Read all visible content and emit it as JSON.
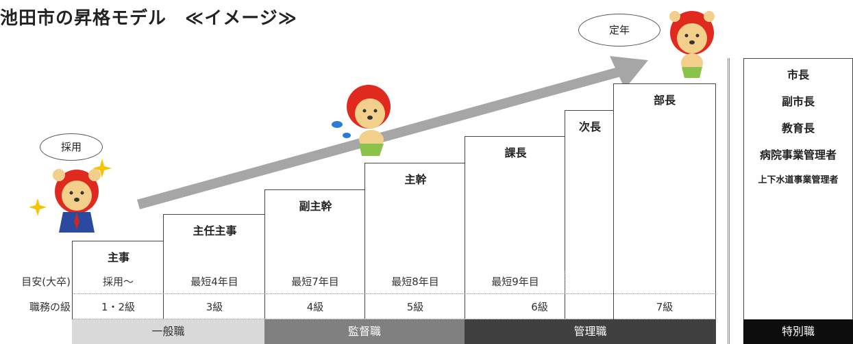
{
  "title": "池田市の昇格モデル　≪イメージ≫",
  "bubbles": {
    "hire": "採用",
    "retire": "定年"
  },
  "row_labels": {
    "years": "目安(大卒)",
    "grade": "職務の級"
  },
  "steps": [
    {
      "label": "主事"
    },
    {
      "label": "主任主事"
    },
    {
      "label": "副主幹"
    },
    {
      "label": "主幹"
    },
    {
      "label": "課長"
    },
    {
      "label": "次長"
    },
    {
      "label": "部長"
    }
  ],
  "years": [
    "採用〜",
    "最短4年目",
    "最短7年目",
    "最短8年目",
    "最短9年目"
  ],
  "grades": [
    "1・2級",
    "3級",
    "4級",
    "5級",
    "6級",
    "7級"
  ],
  "bands": [
    {
      "label": "一般職",
      "color": "#d9d9d9",
      "text": "#333333"
    },
    {
      "label": "監督職",
      "color": "#808080",
      "text": "#ffffff"
    },
    {
      "label": "管理職",
      "color": "#404040",
      "text": "#ffffff"
    },
    {
      "label": "特別職",
      "color": "#0d0d0d",
      "text": "#ffffff"
    }
  ],
  "special_positions": [
    "市長",
    "副市長",
    "教育長",
    "病院事業管理者",
    "上下水道事業管理者"
  ],
  "colors": {
    "arrow": "#a6a6a6",
    "mascot_hood": "#e02a20",
    "mascot_face": "#f3cf8c",
    "star": "#f5c400"
  }
}
